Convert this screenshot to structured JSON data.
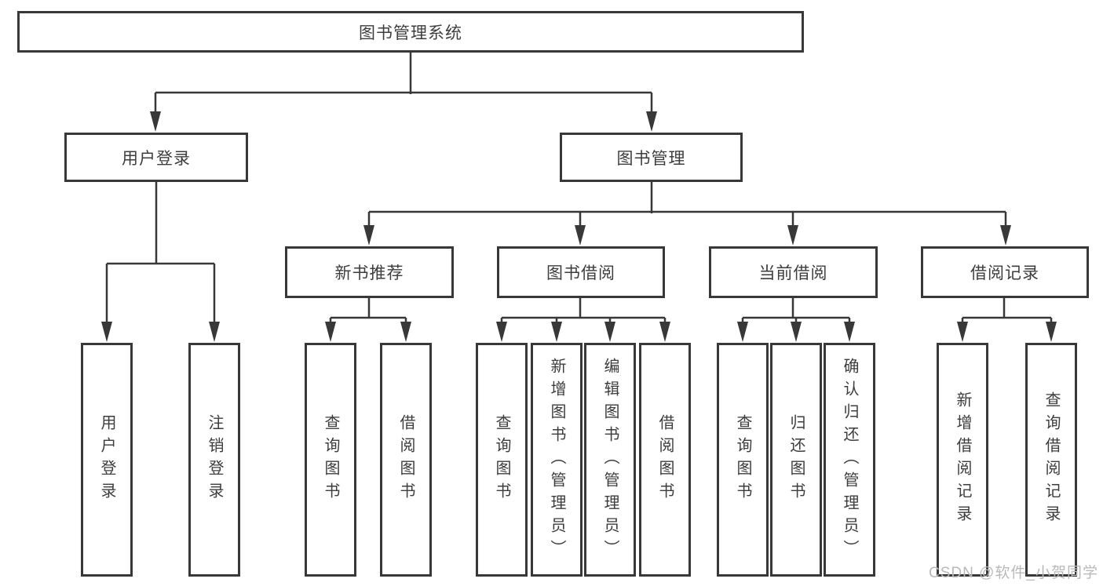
{
  "tree": {
    "root": {
      "label": "图书管理系统"
    },
    "branches": [
      {
        "label": "用户登录",
        "children": [
          {
            "label": "用户登录"
          },
          {
            "label": "注销登录"
          }
        ]
      },
      {
        "label": "图书管理",
        "children": [
          {
            "label": "新书推荐",
            "children": [
              {
                "label": "查询图书"
              },
              {
                "label": "借阅图书"
              }
            ]
          },
          {
            "label": "图书借阅",
            "children": [
              {
                "label": "查询图书"
              },
              {
                "label": "新增图书（管理员）"
              },
              {
                "label": "编辑图书（管理员）"
              },
              {
                "label": "借阅图书"
              }
            ]
          },
          {
            "label": "当前借阅",
            "children": [
              {
                "label": "查询图书"
              },
              {
                "label": "归还图书"
              },
              {
                "label": "确认归还（管理员）"
              }
            ]
          },
          {
            "label": "借阅记录",
            "children": [
              {
                "label": "新增借阅记录"
              },
              {
                "label": "查询借阅记录"
              }
            ]
          }
        ]
      }
    ]
  },
  "watermark": "CSDN @软件_小贺同学",
  "colors": {
    "line": "#383838",
    "text": "#3d3d3d",
    "watermark": "#b9b9b9",
    "background": "#ffffff"
  }
}
